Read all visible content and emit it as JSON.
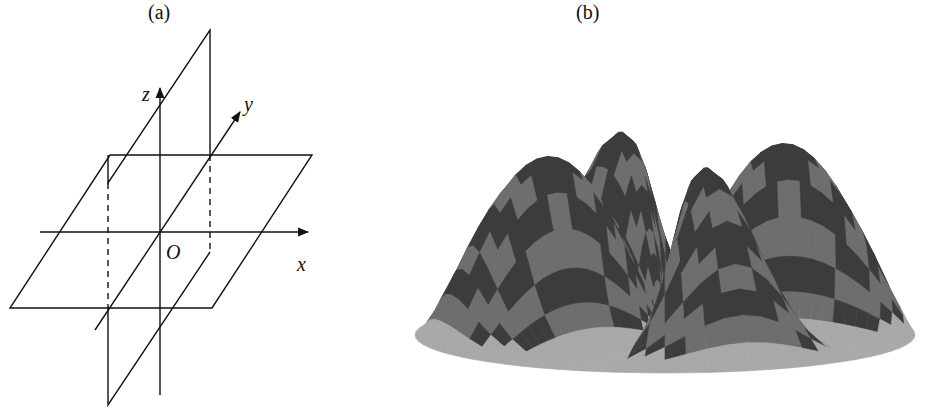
{
  "diagram": {
    "labels": [
      "(a)",
      "(b)",
      "z",
      "y",
      "x",
      "O"
    ]
  }
}
